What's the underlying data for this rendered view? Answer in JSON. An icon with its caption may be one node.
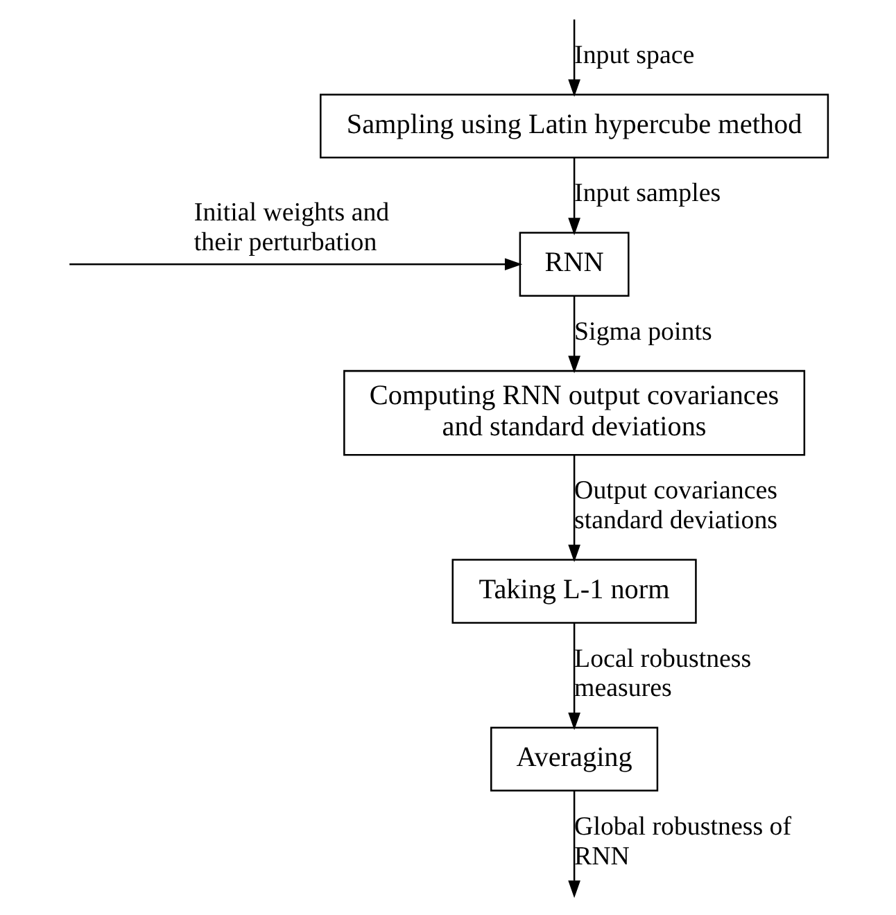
{
  "diagram": {
    "nodes": [
      {
        "text": [
          "Sampling using Latin hypercube method"
        ]
      },
      {
        "text": [
          "RNN"
        ]
      },
      {
        "text": [
          "Computing RNN output covariances and standard deviations"
        ]
      },
      {
        "text": [
          "Taking L-1 norm"
        ]
      },
      {
        "text": [
          "Averaging"
        ]
      }
    ],
    "edges": [
      {
        "from": null,
        "to": 0,
        "arrow": "to",
        "label": "Input space"
      },
      {
        "from": 0,
        "to": 1,
        "arrow": "to",
        "label": "Input samples"
      },
      {
        "from": null,
        "to": 1,
        "arrow": "to",
        "label": "Initial weights and their perturbation"
      },
      {
        "from": 1,
        "to": 2,
        "arrow": "to",
        "label": "Sigma points"
      },
      {
        "from": 2,
        "to": 3,
        "arrow": "to",
        "label": "Output covariances standard deviations"
      },
      {
        "from": 3,
        "to": 4,
        "arrow": "to",
        "label": "Local robustness measures"
      },
      {
        "from": 4,
        "to": null,
        "arrow": "to",
        "label": "Global robustness of RNN"
      }
    ]
  }
}
